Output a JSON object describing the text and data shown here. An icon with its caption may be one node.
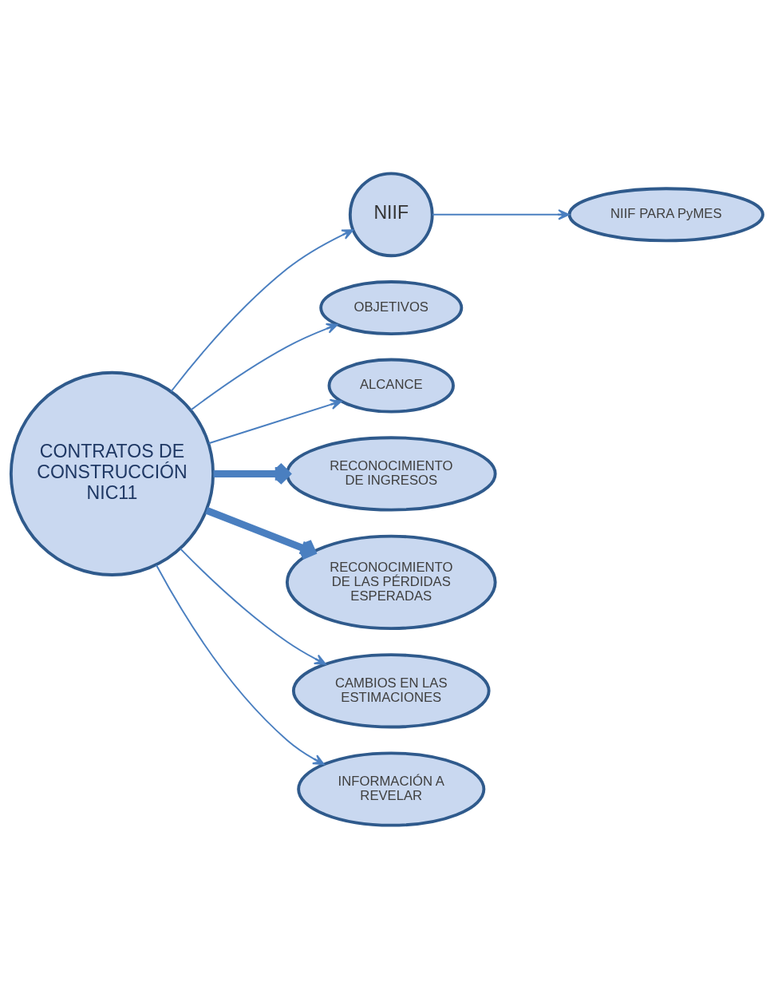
{
  "diagram": {
    "nodes": [
      {
        "text": [
          "CONTRATOS DE CONSTRUCCIÓN NIC11"
        ]
      },
      {
        "text": [
          "NIIF"
        ]
      },
      {
        "text": [
          "NIIF PARA PyMES"
        ]
      },
      {
        "text": [
          "OBJETIVOS"
        ]
      },
      {
        "text": [
          "ALCANCE"
        ]
      },
      {
        "text": [
          "RECONOCIMIENTO DE INGRESOS"
        ]
      },
      {
        "text": [
          "RECONOCIMIENTO DE LAS PÉRDIDAS ESPERADAS"
        ]
      },
      {
        "text": [
          "CAMBIOS EN LAS ESTIMACIONES"
        ]
      },
      {
        "text": [
          "INFORMACIÓN A REVELAR"
        ]
      }
    ],
    "edges": [
      {
        "from": 0,
        "to": 1,
        "arrow": "to"
      },
      {
        "from": 1,
        "to": 2,
        "arrow": "to"
      },
      {
        "from": 0,
        "to": 3,
        "arrow": "to"
      },
      {
        "from": 0,
        "to": 4,
        "arrow": "to"
      },
      {
        "from": 0,
        "to": 5,
        "arrow": "to",
        "style": "thick"
      },
      {
        "from": 0,
        "to": 6,
        "arrow": "to",
        "style": "thick"
      },
      {
        "from": 0,
        "to": 7,
        "arrow": "to"
      },
      {
        "from": 0,
        "to": 8,
        "arrow": "to"
      }
    ]
  }
}
